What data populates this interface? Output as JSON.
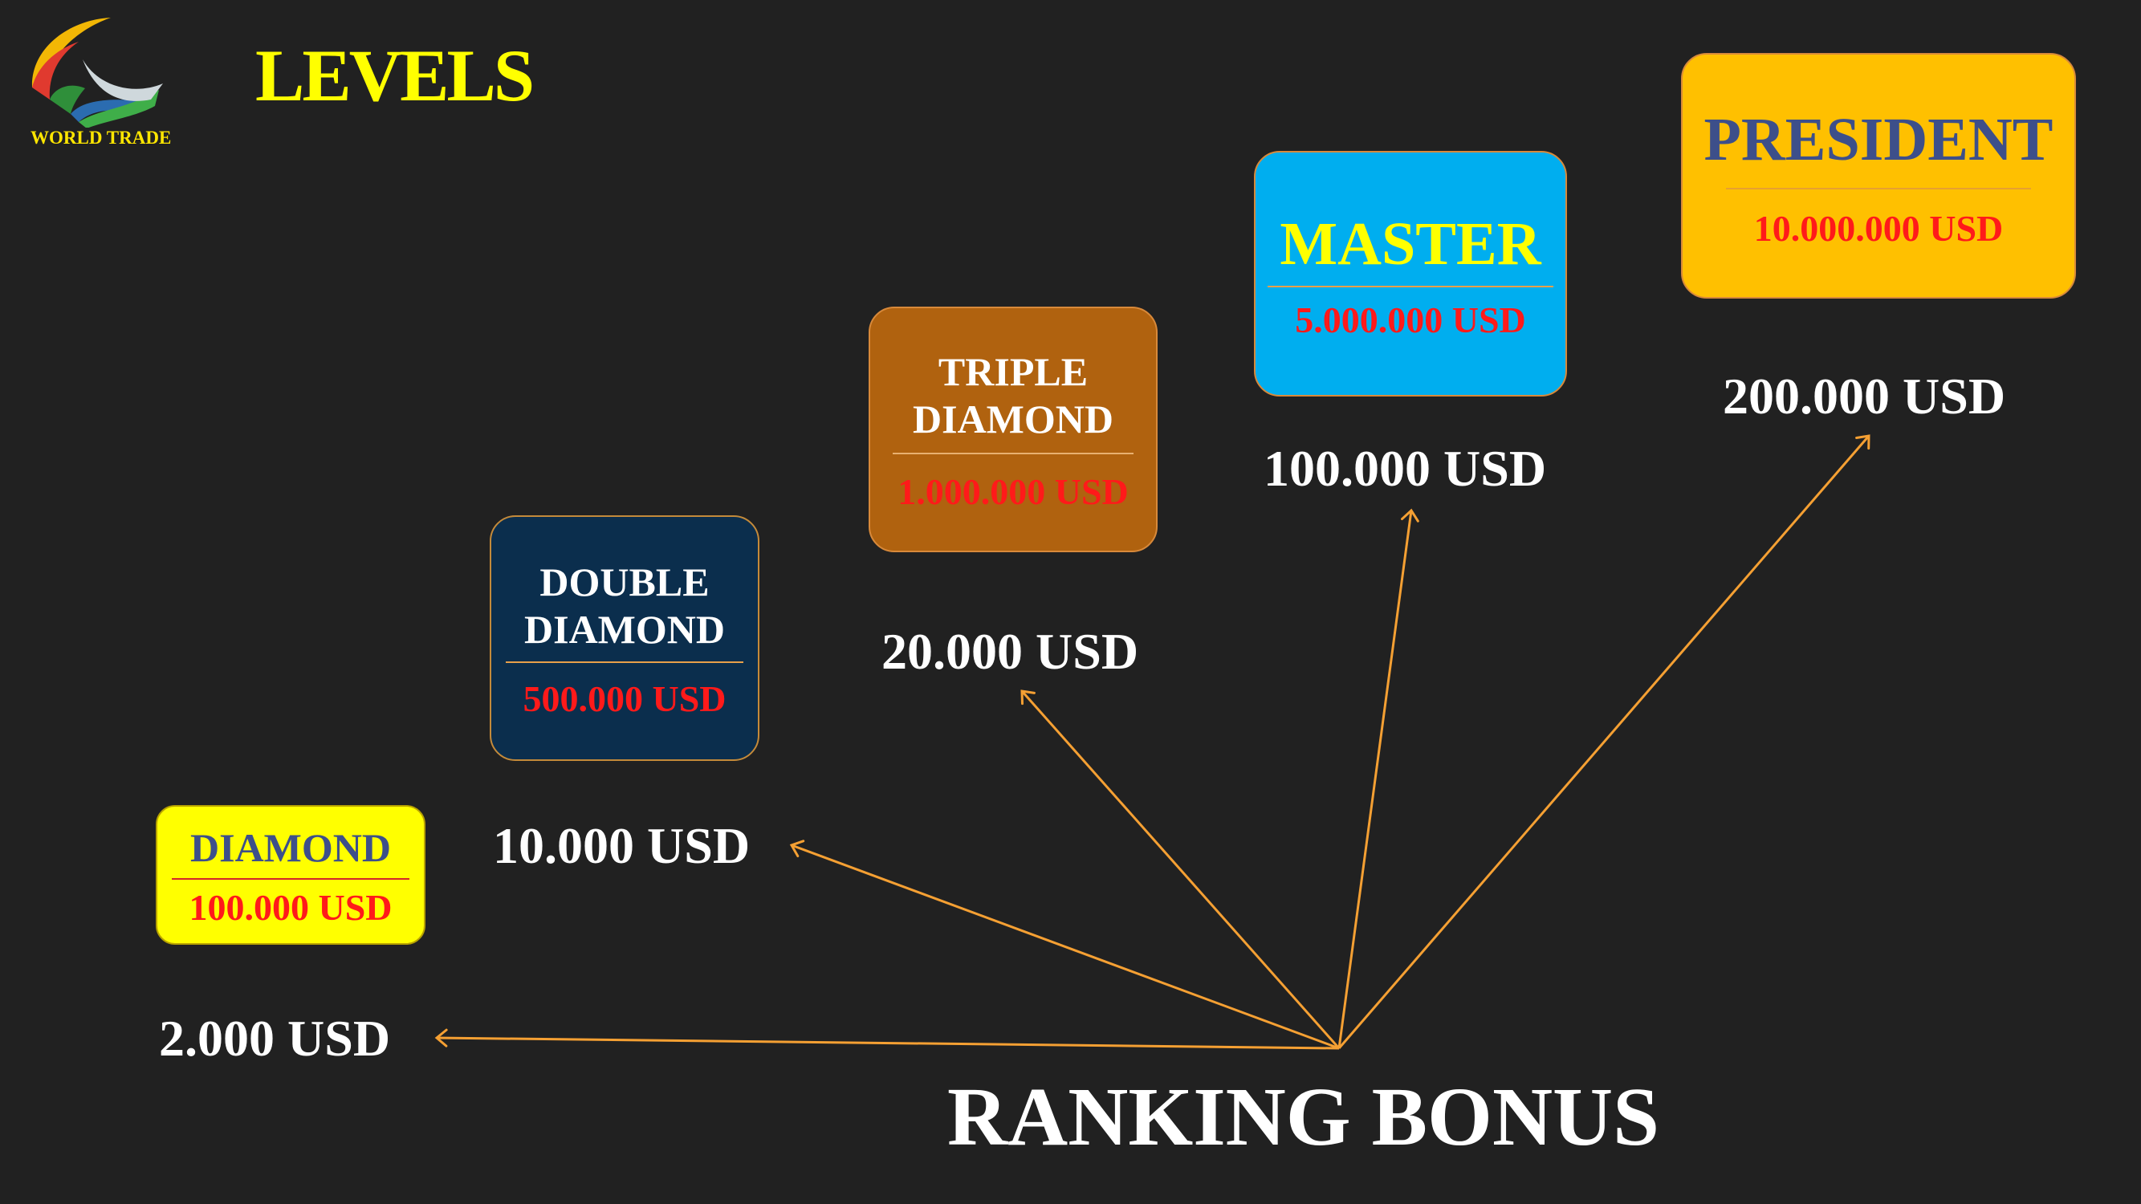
{
  "logo": {
    "text": "WORLD TRADE"
  },
  "header": {
    "title": "LEVELS"
  },
  "levels": [
    {
      "name": "DIAMOND",
      "price": "100.000 USD",
      "bonus": "2.000 USD"
    },
    {
      "name_line1": "DOUBLE",
      "name_line2": "DIAMOND",
      "price": "500.000 USD",
      "bonus": "10.000 USD"
    },
    {
      "name_line1": "TRIPLE",
      "name_line2": "DIAMOND",
      "price": "1.000.000 USD",
      "bonus": "20.000 USD"
    },
    {
      "name": "MASTER",
      "price": "5.000.000 USD",
      "bonus": "100.000 USD"
    },
    {
      "name": "PRESIDENT",
      "price": "10.000.000 USD",
      "bonus": "200.000 USD"
    }
  ],
  "footer": {
    "title": "RANKING BONUS"
  },
  "colors": {
    "background": "#212121",
    "title": "#ffff00",
    "arrow": "#f5a033",
    "price": "#ff1a1a",
    "diamond_card": "#ffff00",
    "double_diamond_card": "#0b2e4d",
    "triple_diamond_card": "#b0620f",
    "master_card": "#00aeef",
    "president_card": "#ffc000"
  }
}
